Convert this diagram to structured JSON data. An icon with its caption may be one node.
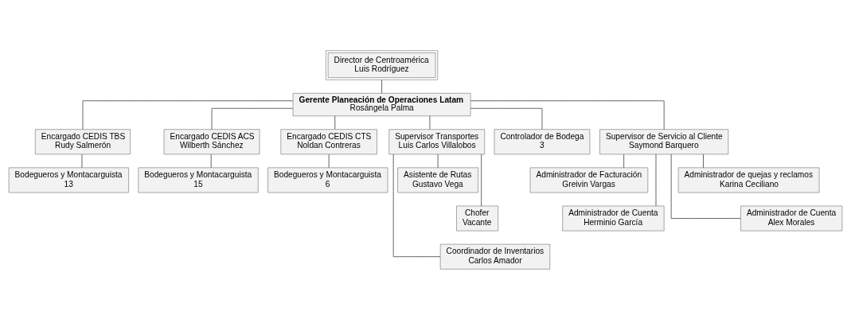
{
  "diagram": {
    "nodes": [
      {
        "text": [
          "Director de Centroamérica",
          "Luis Rodríguez"
        ]
      },
      {
        "text": [
          "Gerente Planeación de Operaciones Latam",
          "Rosángela Palma"
        ]
      },
      {
        "text": [
          "Encargado CEDIS TBS",
          "Rudy Salmerón"
        ]
      },
      {
        "text": [
          "Encargado CEDIS ACS",
          "Wilberth Sánchez"
        ]
      },
      {
        "text": [
          "Encargado CEDIS CTS",
          "Noldan Contreras"
        ]
      },
      {
        "text": [
          "Supervisor Transportes",
          "Luis Carlos Villalobos"
        ]
      },
      {
        "text": [
          "Controlador de Bodega",
          "3"
        ]
      },
      {
        "text": [
          "Supervisor de Servicio al Cliente",
          "Saymond Barquero"
        ]
      },
      {
        "text": [
          "Bodegueros y Montacarguista",
          "13"
        ]
      },
      {
        "text": [
          "Bodegueros y Montacarguista",
          "15"
        ]
      },
      {
        "text": [
          "Bodegueros y Montacarguista",
          "6"
        ]
      },
      {
        "text": [
          "Asistente de Rutas",
          "Gustavo Vega"
        ]
      },
      {
        "text": [
          "Chofer",
          "Vacante"
        ]
      },
      {
        "text": [
          "Coordinador de Inventarios",
          "Carlos Amador"
        ]
      },
      {
        "text": [
          "Administrador de Facturación",
          "Greivin Vargas"
        ]
      },
      {
        "text": [
          "Administrador de quejas y reclamos",
          "Karina Ceciliano"
        ]
      },
      {
        "text": [
          "Administrador de Cuenta",
          "Alex Morales"
        ]
      },
      {
        "text": [
          "Administrador de Cuenta",
          "Herminio García"
        ]
      }
    ],
    "edges": [
      {
        "from": 0,
        "to": 1,
        "arrow": "none"
      },
      {
        "from": 1,
        "to": 2,
        "arrow": "none"
      },
      {
        "from": 1,
        "to": 3,
        "arrow": "none"
      },
      {
        "from": 1,
        "to": 4,
        "arrow": "none"
      },
      {
        "from": 1,
        "to": 5,
        "arrow": "none"
      },
      {
        "from": 1,
        "to": 6,
        "arrow": "none"
      },
      {
        "from": 1,
        "to": 7,
        "arrow": "none"
      },
      {
        "from": 2,
        "to": 8,
        "arrow": "none"
      },
      {
        "from": 3,
        "to": 9,
        "arrow": "none"
      },
      {
        "from": 4,
        "to": 10,
        "arrow": "none"
      },
      {
        "from": 5,
        "to": 11,
        "arrow": "none"
      },
      {
        "from": 5,
        "to": 12,
        "arrow": "none"
      },
      {
        "from": 5,
        "to": 13,
        "arrow": "none"
      },
      {
        "from": 7,
        "to": 14,
        "arrow": "none"
      },
      {
        "from": 7,
        "to": 15,
        "arrow": "none"
      },
      {
        "from": 7,
        "to": 16,
        "arrow": "none"
      },
      {
        "from": 7,
        "to": 17,
        "arrow": "none"
      }
    ]
  }
}
